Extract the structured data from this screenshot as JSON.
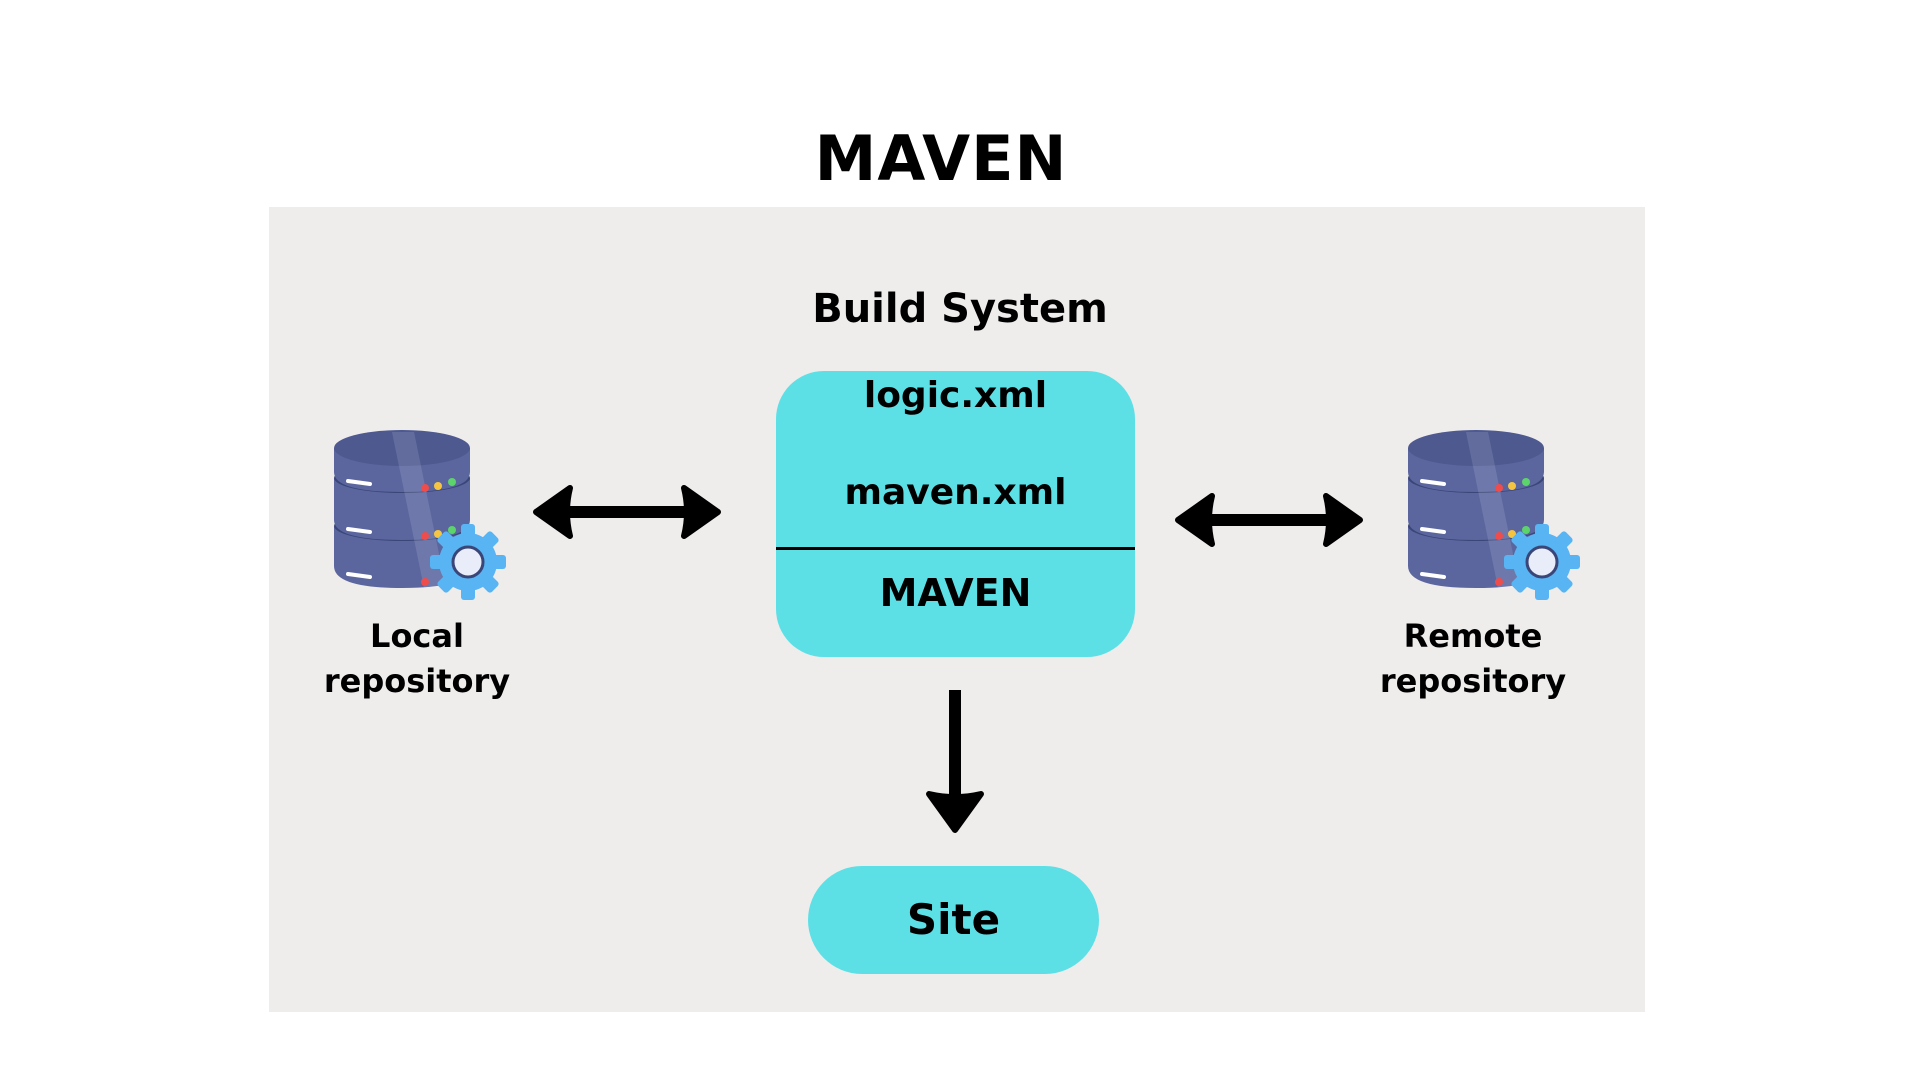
{
  "diagram": {
    "title": "MAVEN",
    "subtitle": "Build System",
    "build_box": {
      "files": [
        "logic.xml",
        "maven.xml"
      ],
      "tool": "MAVEN"
    },
    "output": {
      "label": "Site"
    },
    "repositories": {
      "local": {
        "label_line1": "Local",
        "label_line2": "repository",
        "icon": "database-server-gear-icon"
      },
      "remote": {
        "label_line1": "Remote",
        "label_line2": "repository",
        "icon": "database-server-gear-icon"
      }
    },
    "connections": [
      {
        "from": "local",
        "to": "build_box",
        "type": "bidirectional"
      },
      {
        "from": "build_box",
        "to": "remote",
        "type": "bidirectional"
      },
      {
        "from": "build_box",
        "to": "output",
        "type": "directed"
      }
    ]
  },
  "colors": {
    "panel_background": "#efecec",
    "box_fill": "#5ce0e6",
    "db_body": "#5b669f",
    "db_dark": "#3b4678",
    "gear": "#58b4f2",
    "arrow": "#000000"
  }
}
